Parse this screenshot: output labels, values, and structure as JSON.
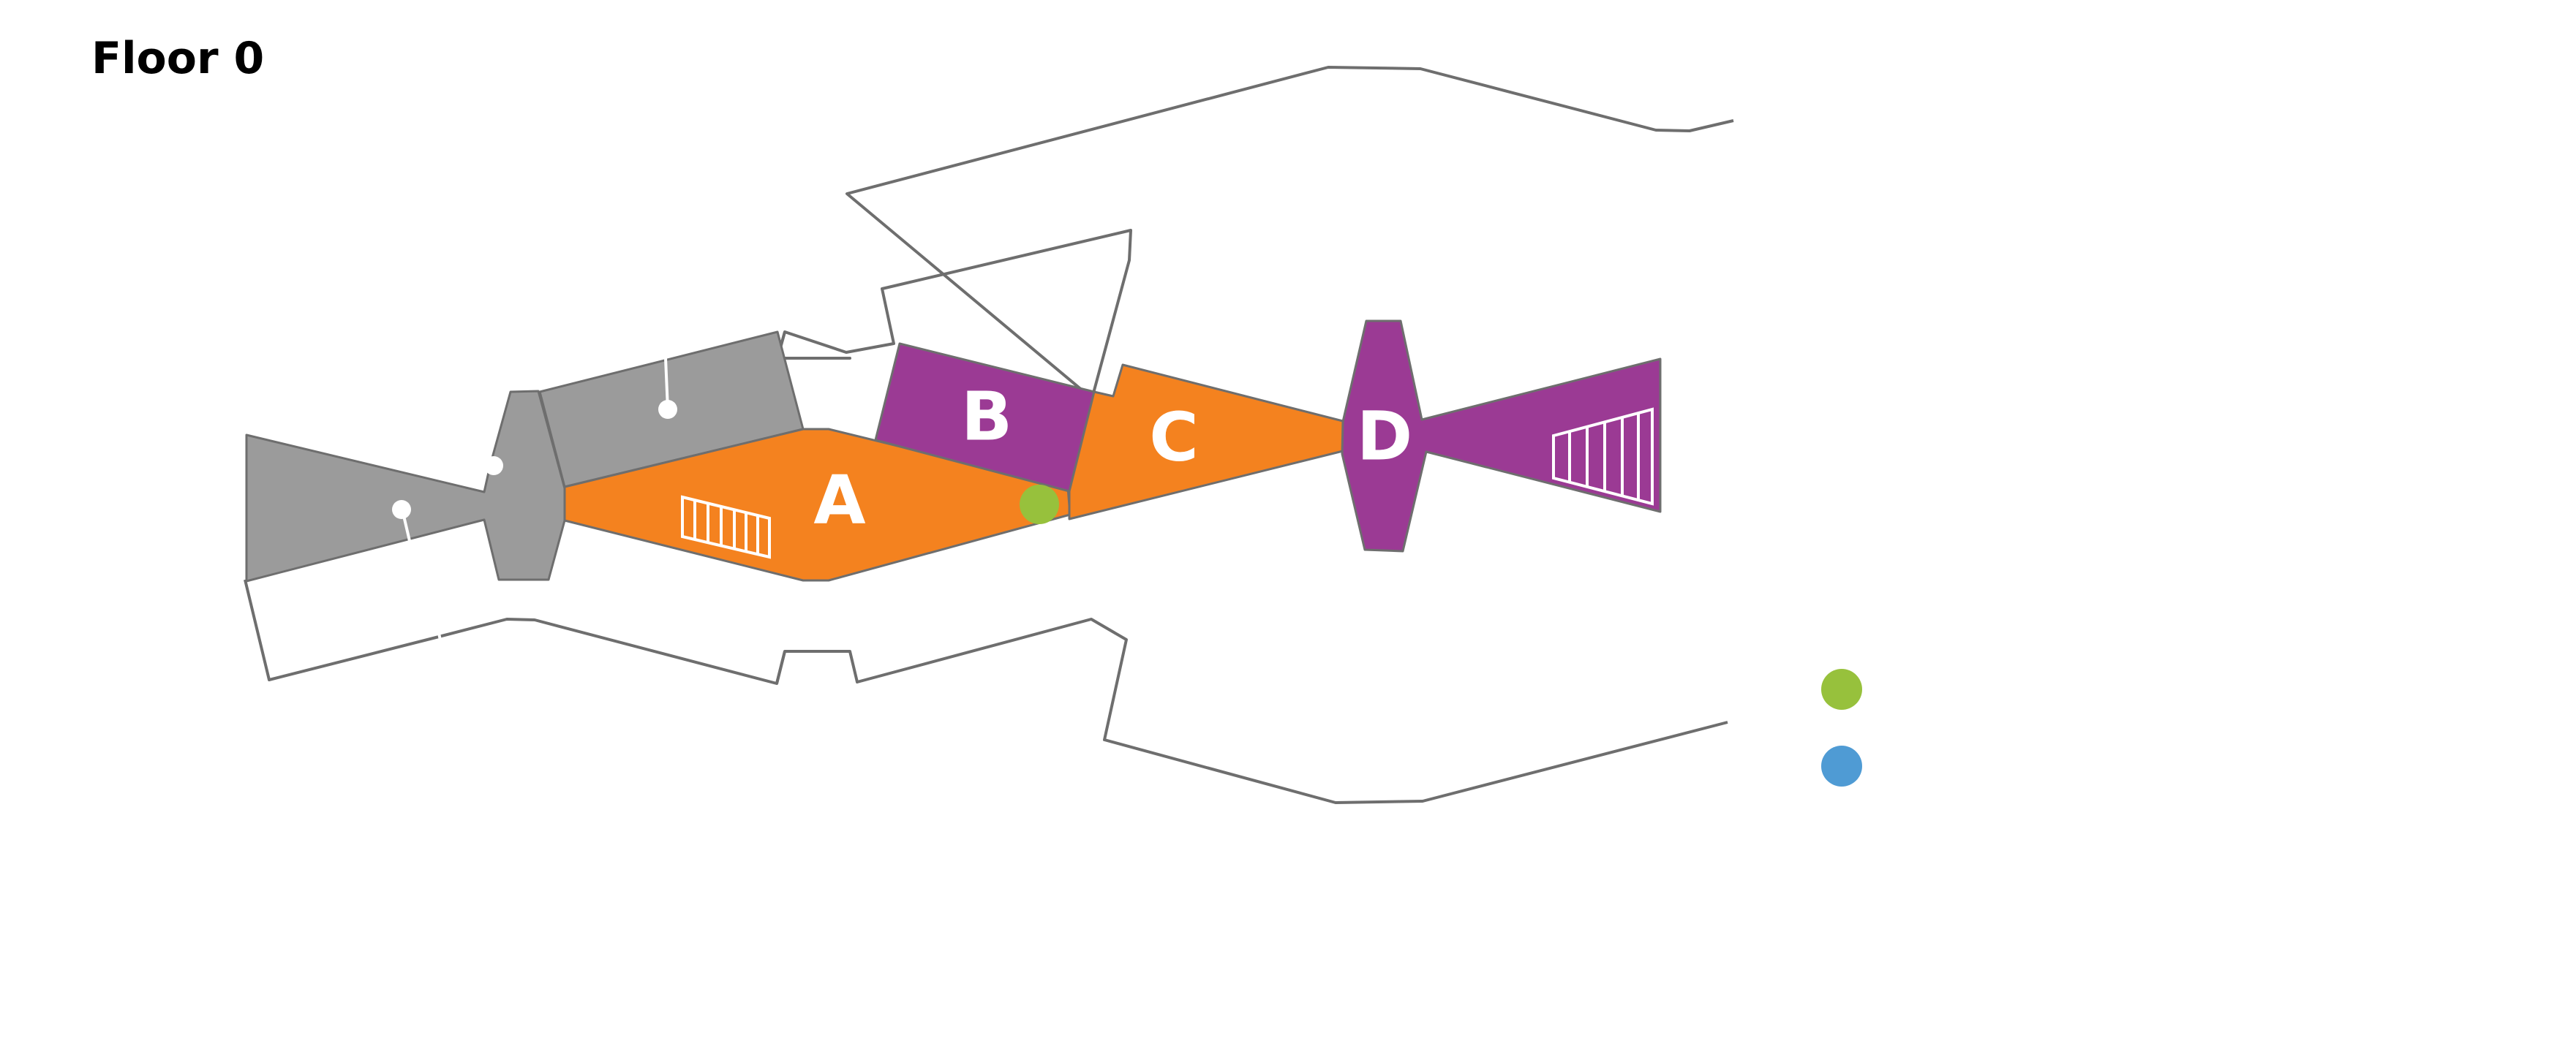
{
  "floor": {
    "title": "Floor 0"
  },
  "zones": [
    {
      "id": "A",
      "label": "A",
      "color": "#f4821f"
    },
    {
      "id": "B",
      "label": "B",
      "color": "#9b3a94"
    },
    {
      "id": "C",
      "label": "C",
      "color": "#f4821f"
    },
    {
      "id": "D",
      "label": "D",
      "color": "#9b3a94"
    }
  ],
  "colors": {
    "orange_zone": "#f4821f",
    "purple_zone": "#9b3a94",
    "gray_zone": "#9b9b9b",
    "outline": "#6e6e6e",
    "green_marker": "#97c13c",
    "blue_marker": "#4f9bd4"
  },
  "markers": [
    {
      "name": "green-marker",
      "color": "#97c13c"
    }
  ],
  "legend": [
    {
      "name": "legend-green-dot",
      "color": "#97c13c"
    },
    {
      "name": "legend-blue-dot",
      "color": "#4f9bd4"
    }
  ]
}
